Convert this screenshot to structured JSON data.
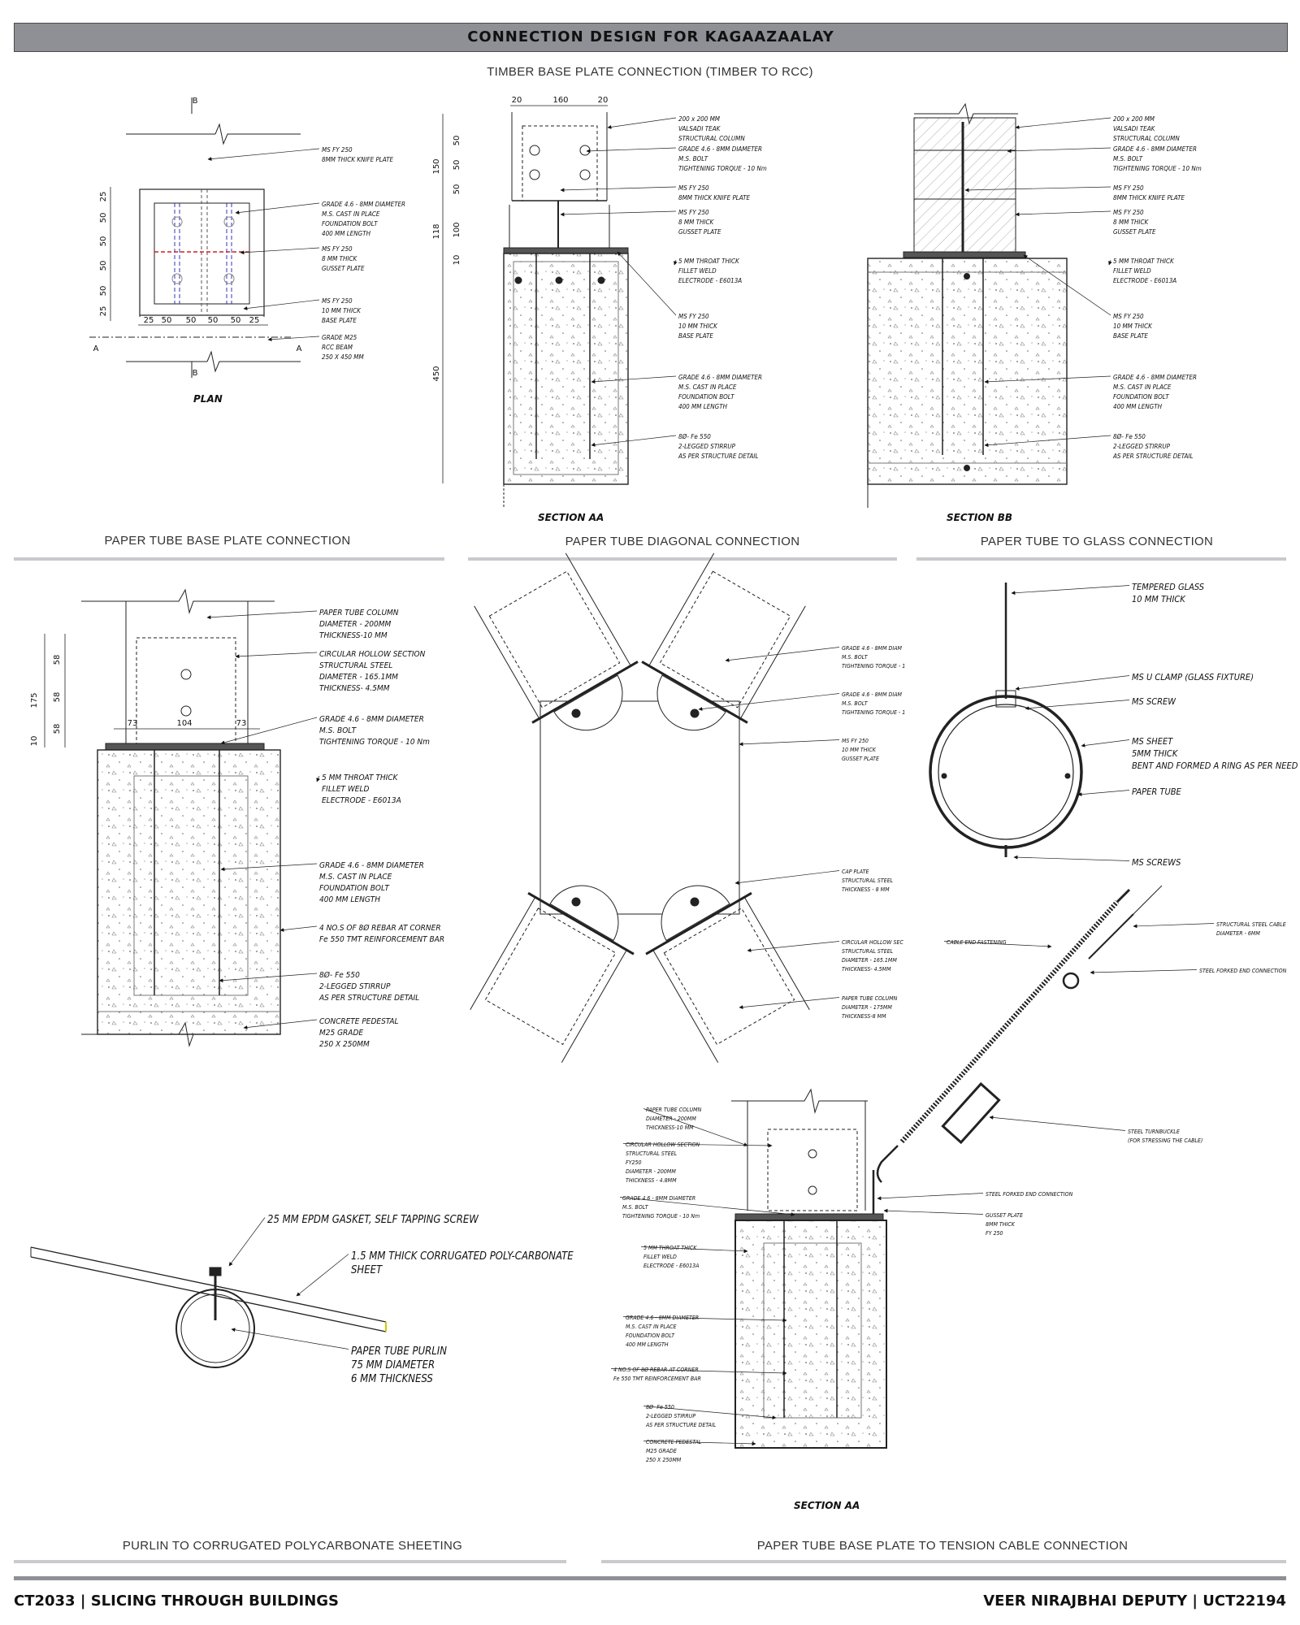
{
  "header": {
    "title": "CONNECTION DESIGN FOR KAGAAZAALAY",
    "subtitle": "TIMBER BASE PLATE CONNECTION (TIMBER TO RCC)"
  },
  "sections": {
    "base_plate": "PAPER TUBE BASE PLATE CONNECTION",
    "diagonal": "PAPER TUBE DIAGONAL CONNECTION",
    "glass": "PAPER TUBE TO GLASS CONNECTION",
    "purlin": "PURLIN TO CORRUGATED POLYCARBONATE SHEETING",
    "cable": "PAPER TUBE BASE PLATE TO TENSION CABLE CONNECTION"
  },
  "captions": {
    "plan": "PLAN",
    "section_aa": "SECTION AA",
    "section_bb": "SECTION BB",
    "section_aa2": "SECTION AA"
  },
  "plan_labels": [
    [
      "MS FY 250",
      "8MM THICK KNIFE PLATE"
    ],
    [
      "GRADE 4.6 - 8MM DIAMETER",
      "M.S. CAST IN PLACE",
      "FOUNDATION BOLT",
      "400 MM LENGTH"
    ],
    [
      "MS FY 250",
      "8 MM THICK",
      "GUSSET PLATE"
    ],
    [
      "MS FY 250",
      "10 MM THICK",
      "BASE PLATE"
    ],
    [
      "GRADE M25",
      "RCC BEAM",
      "250 X 450 MM"
    ]
  ],
  "section_aa_labels": [
    [
      "200 x 200 MM",
      "VALSADI TEAK",
      "STRUCTURAL COLUMN"
    ],
    [
      "GRADE 4.6 - 8MM DIAMETER",
      "M.S. BOLT",
      "TIGHTENING TORQUE - 10 Nm"
    ],
    [
      "MS FY 250",
      "8MM THICK KNIFE PLATE"
    ],
    [
      "MS FY 250",
      "8 MM THICK",
      "GUSSET PLATE"
    ],
    [
      "5 MM THROAT THICK",
      "FILLET WELD",
      "ELECTRODE - E6013A"
    ],
    [
      "MS FY 250",
      "10 MM THICK",
      "BASE PLATE"
    ],
    [
      "GRADE 4.6 - 8MM DIAMETER",
      "M.S. CAST IN PLACE",
      "FOUNDATION BOLT",
      "400 MM LENGTH"
    ],
    [
      "8Ø- Fe 550",
      "2-LEGGED STIRRUP",
      "AS PER STRUCTURE DETAIL"
    ]
  ],
  "section_bb_labels": [
    [
      "200 x 200 MM",
      "VALSADI TEAK",
      "STRUCTURAL COLUMN"
    ],
    [
      "GRADE 4.6 - 8MM DIAMETER",
      "M.S. BOLT",
      "TIGHTENING TORQUE - 10 Nm"
    ],
    [
      "MS FY 250",
      "8MM THICK KNIFE PLATE"
    ],
    [
      "MS FY 250",
      "8 MM THICK",
      "GUSSET PLATE"
    ],
    [
      "5 MM THROAT THICK",
      "FILLET WELD",
      "ELECTRODE - E6013A"
    ],
    [
      "MS FY 250",
      "10 MM THICK",
      "BASE PLATE"
    ],
    [
      "GRADE 4.6 - 8MM DIAMETER",
      "M.S. CAST IN PLACE",
      "FOUNDATION BOLT",
      "400 MM LENGTH"
    ],
    [
      "8Ø- Fe 550",
      "2-LEGGED STIRRUP",
      "AS PER STRUCTURE DETAIL"
    ]
  ],
  "base_plate_labels": [
    [
      "PAPER TUBE COLUMN",
      "DIAMETER - 200MM",
      "THICKNESS-10 MM"
    ],
    [
      "CIRCULAR HOLLOW SECTION",
      "STRUCTURAL STEEL",
      "DIAMETER - 165.1MM",
      "THICKNESS- 4.5MM"
    ],
    [
      "GRADE 4.6 - 8MM DIAMETER",
      "M.S. BOLT",
      "TIGHTENING TORQUE - 10 Nm"
    ],
    [
      "5 MM THROAT THICK",
      "FILLET WELD",
      "ELECTRODE - E6013A"
    ],
    [
      "GRADE 4.6 - 8MM DIAMETER",
      "M.S. CAST IN PLACE",
      "FOUNDATION BOLT",
      "400 MM LENGTH"
    ],
    [
      "4 NO.S OF 8Ø REBAR AT CORNER",
      "Fe 550 TMT REINFORCEMENT BAR"
    ],
    [
      "8Ø- Fe 550",
      "2-LEGGED STIRRUP",
      "AS PER STRUCTURE DETAIL"
    ],
    [
      "CONCRETE PEDESTAL",
      "M25 GRADE",
      "250 X 250MM"
    ]
  ],
  "diagonal_labels": [
    [
      "GRADE 4.6 - 8MM DIAM",
      "M.S. BOLT",
      "TIGHTENING TORQUE - 1"
    ],
    [
      "GRADE 4.6 - 8MM DIAM",
      "M.S. BOLT",
      "TIGHTENING TORQUE - 1"
    ],
    [
      "MS FY 250",
      "10 MM THICK",
      "GUSSET PLATE"
    ],
    [
      "CAP PLATE",
      "STRUCTURAL STEEL",
      "THICKNESS - 8 MM"
    ],
    [
      "CIRCULAR HOLLOW SEC",
      "STRUCTURAL STEEL",
      "DIAMETER - 165.1MM",
      "THICKNESS- 4.5MM"
    ],
    [
      "PAPER TUBE COLUMN",
      "DIAMETER - 175MM",
      "THICKNESS-8 MM"
    ]
  ],
  "glass_labels": [
    [
      "TEMPERED GLASS",
      "10 MM THICK"
    ],
    [
      "MS U CLAMP (GLASS FIXTURE)"
    ],
    [
      "MS SCREW"
    ],
    [
      "MS SHEET",
      "5MM THICK",
      "BENT AND FORMED A RING AS PER NEED"
    ],
    [
      "PAPER TUBE"
    ],
    [
      "MS SCREWS"
    ]
  ],
  "purlin_labels": [
    [
      "25 MM EPDM GASKET, SELF TAPPING SCREW"
    ],
    [
      "1.5 MM THICK CORRUGATED POLY-CARBONATE",
      "SHEET"
    ],
    [
      "PAPER TUBE PURLIN",
      "75 MM DIAMETER",
      "6 MM THICKNESS"
    ]
  ],
  "cable_labels_right": [
    [
      "STRUCTURAL STEEL CABLE",
      "DIAMETER - 6MM"
    ],
    [
      "CABLE END FASTENING"
    ],
    [
      "STEEL FORKED END CONNECTION"
    ],
    [
      "STEEL TURNBUCKLE",
      "(FOR STRESSING THE CABLE)"
    ],
    [
      "STEEL FORKED END CONNECTION"
    ],
    [
      "GUSSET PLATE",
      "8MM THICK",
      "FY 250"
    ]
  ],
  "cable_labels_left": [
    [
      "PAPER TUBE COLUMN",
      "DIAMETER - 200MM",
      "THICKNESS-10 MM"
    ],
    [
      "CIRCULAR HOLLOW SECTION",
      "STRUCTURAL STEEL",
      "FY250",
      "DIAMETER - 200MM",
      "THICKNESS - 4.8MM"
    ],
    [
      "GRADE 4.6 - 8MM DIAMETER",
      "M.S. BOLT",
      "TIGHTENING TORQUE - 10 Nm"
    ],
    [
      "5 MM THROAT THICK",
      "FILLET WELD",
      "ELECTRODE - E6013A"
    ],
    [
      "GRADE 4.6 - 8MM DIAMETER",
      "M.S. CAST IN PLACE",
      "FOUNDATION BOLT",
      "400 MM LENGTH"
    ],
    [
      "4 NO.S OF 8Ø REBAR AT CORNER",
      "Fe 550 TMT REINFORCEMENT BAR"
    ],
    [
      "8Ø- Fe 550",
      "2-LEGGED STIRRUP",
      "AS PER STRUCTURE DETAIL"
    ],
    [
      "CONCRETE PEDESTAL",
      "M25 GRADE",
      "250 X 250MM"
    ]
  ],
  "dims": {
    "plan_v": [
      "25",
      "50",
      "50",
      "50",
      "50",
      "25"
    ],
    "plan_h": [
      "25",
      "50",
      "50",
      "50",
      "50",
      "25"
    ],
    "plan_marks": [
      "B",
      "B",
      "A",
      "A"
    ],
    "aa_top": [
      "20",
      "160",
      "20"
    ],
    "aa_side": [
      "50",
      "50",
      "50",
      "150",
      "100",
      "118",
      "10",
      "450"
    ],
    "bp_side": [
      "58",
      "58",
      "58",
      "175",
      "10"
    ],
    "bp_top": [
      "73",
      "104",
      "73"
    ]
  },
  "footer": {
    "left": "CT2033 | SLICING THROUGH BUILDINGS",
    "right": "VEER NIRAJBHAI DEPUTY | UCT22194"
  }
}
